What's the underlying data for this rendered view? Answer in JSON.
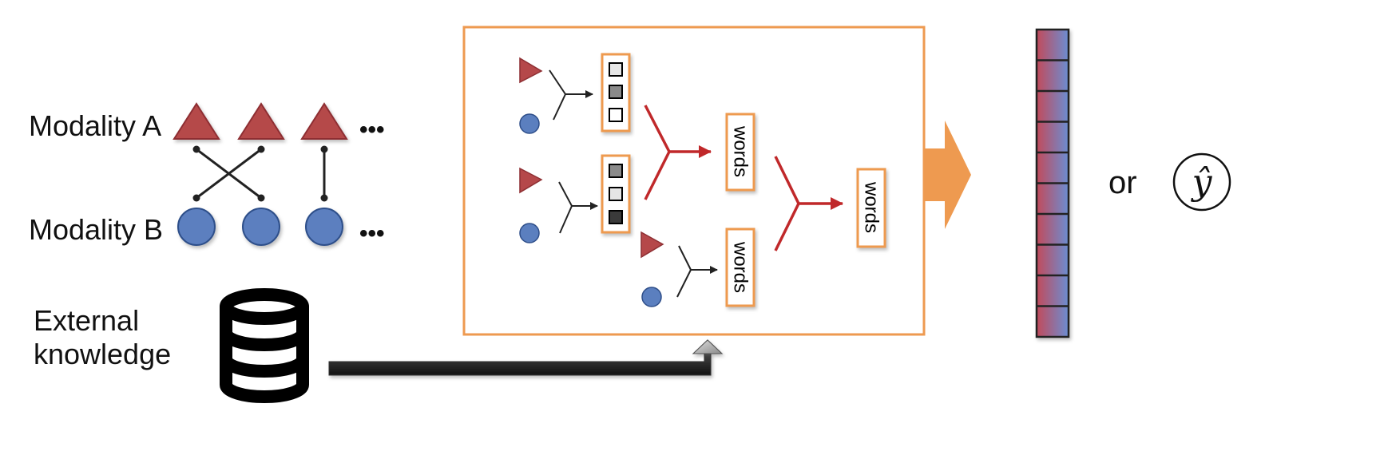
{
  "labels": {
    "modality_a": "Modality A",
    "modality_b": "Modality B",
    "ellipsis": "•••",
    "external_line1": "External",
    "external_line2": "knowledge",
    "or": "or",
    "y_hat": "ŷ"
  },
  "fusion_box": {
    "word_label": "words"
  },
  "colors": {
    "triangle": "#b5484a",
    "circle": "#5b7fbf",
    "fusion_border": "#ee9a50",
    "fusion_arrow": "#c0282a",
    "small_arrow": "#222222",
    "output_arrow": "#ee9a50"
  }
}
